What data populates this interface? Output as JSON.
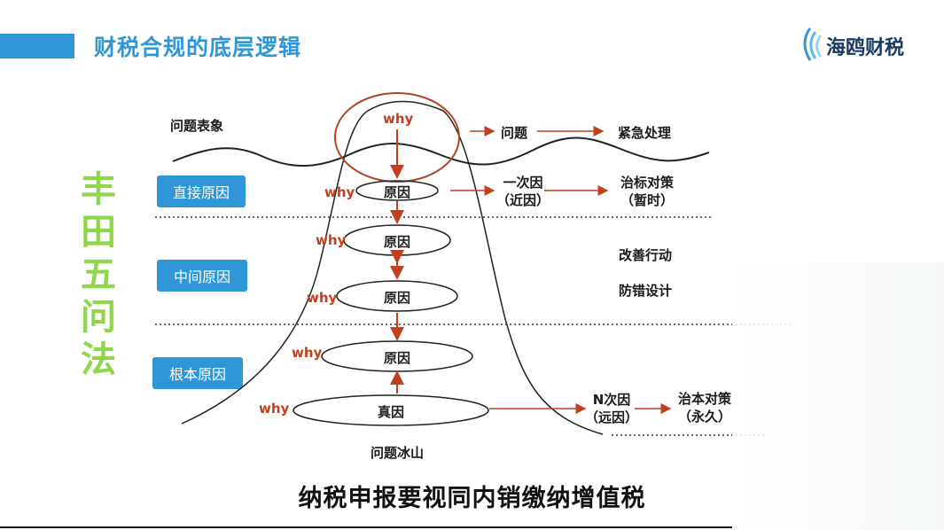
{
  "header": {
    "title": "财税合规的底层逻辑"
  },
  "logo": {
    "text": "海鸥财税",
    "icon": "seagull-wave-icon",
    "color": "#1b3a66"
  },
  "side_title": [
    "丰",
    "田",
    "五",
    "问",
    "法"
  ],
  "levels": [
    {
      "label": "直接原因"
    },
    {
      "label": "中间原因"
    },
    {
      "label": "根本原因"
    }
  ],
  "diagram": {
    "surface_label": "问题表象",
    "bottom_label": "问题冰山",
    "why_top": "why",
    "why_labels": [
      "why",
      "why",
      "why",
      "why",
      "why"
    ],
    "causes": [
      "原因",
      "原因",
      "原因",
      "原因",
      "真因"
    ],
    "right": {
      "problem": "问题",
      "emergency": "紧急处理",
      "first_cause": [
        "一次因",
        "（近因）"
      ],
      "temporary": [
        "治标对策",
        "（暂时）"
      ],
      "improve": "改善行动",
      "prevent": "防错设计",
      "n_cause": [
        "N次因",
        "（远因）"
      ],
      "permanent": [
        "治本对策",
        "（永久）"
      ]
    }
  },
  "subtitle": "纳税申报要视同内销缴纳增值税",
  "colors": {
    "accent": "#2f97d8",
    "green": "#8ed64a",
    "why": "#c2401f",
    "arrow": "#c2401f"
  }
}
